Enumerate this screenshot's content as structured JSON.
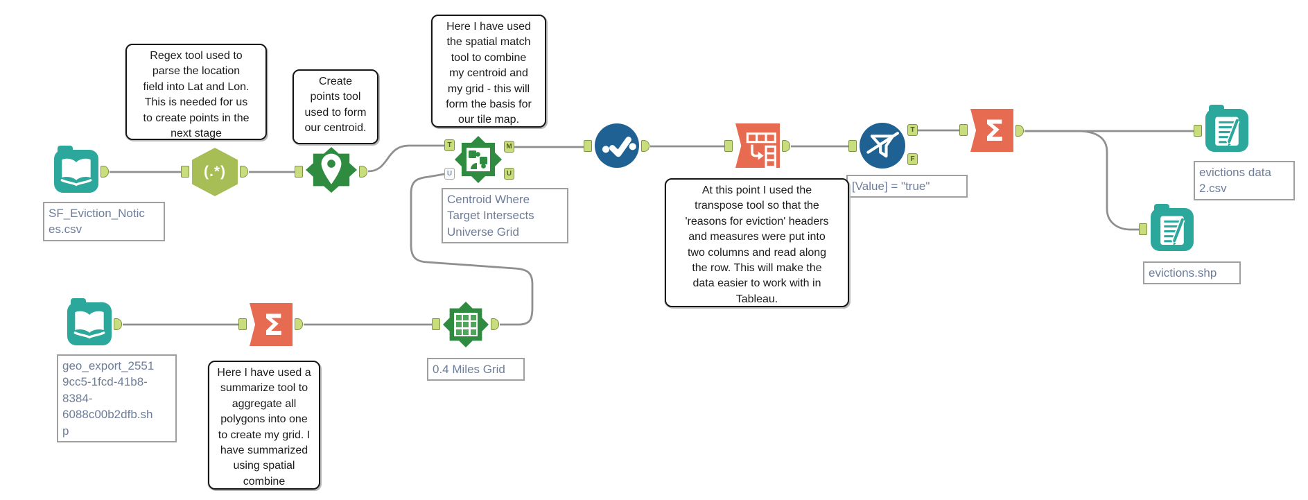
{
  "comments": {
    "regex": "Regex tool used to\nparse the location\nfield into Lat and Lon.\nThis is needed for us\nto create points in the\nnext stage",
    "create_points": "Create\npoints tool\nused to form\nour centroid.",
    "spatial_match": "Here I have used\nthe spatial match\ntool to combine\nmy centroid and\nmy grid - this will\nform the basis for\nour tile map.",
    "transpose": "At this point I used the\ntranspose tool so that the\n'reasons for eviction' headers\nand measures were put into\ntwo columns and read along\nthe row. This will make the\ndata easier to work with in\nTableau.",
    "summarize": "Here I have used a\nsummarize tool to\naggregate all\npolygons into one\nto create my grid. I\nhave summarized\nusing spatial\ncombine"
  },
  "labels": {
    "input_sf": "SF_Eviction_Notic\nes.csv",
    "spatial_match": "Centroid Where\nTarget Intersects\nUniverse Grid",
    "filter": "[Value] = \"true\"",
    "output_csv": "evictions data\n2.csv",
    "output_shp": "evictions.shp",
    "input_geo": "geo_export_2551\n9cc5-1fcd-41b8-\n8384-\n6088c00b2dfb.sh\np",
    "grid": "0.4 Miles Grid"
  },
  "glyphs": {
    "regex": "(.*)",
    "sigma": "Σ"
  },
  "anchors": {
    "t": "T",
    "u": "U",
    "m": "M",
    "f": "F"
  },
  "colors": {
    "teal_io": "#2BA89B",
    "olive_parse": "#A6BE55",
    "green_spatial": "#2F8B3F",
    "blue_preparation": "#1E6192",
    "orange_transform": "#E76B50",
    "anchor_green": "#C9DD7E",
    "wire_gray": "#8F8F8F",
    "label_text": "#6E7D99",
    "comment_text": "#1B1B1B"
  }
}
